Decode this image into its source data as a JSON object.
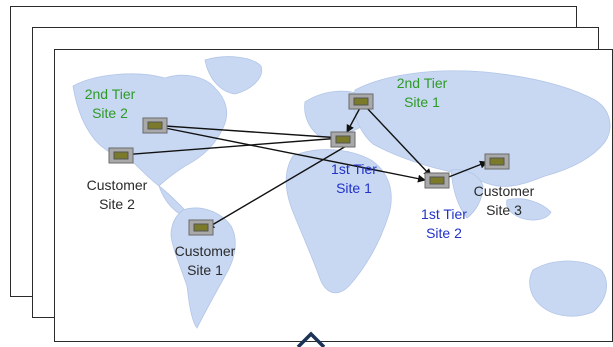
{
  "colors": {
    "tier2": "#2e9a26",
    "tier1": "#2232c8",
    "customer": "#2a2a2a",
    "land": "#c8d8f2",
    "arrow": "#111111",
    "node_fill": "#a9a9a9",
    "node_screen": "#7a7a2a"
  },
  "labels": {
    "tier2_site2": [
      "2nd Tier",
      "Site 2"
    ],
    "tier2_site1": [
      "2nd Tier",
      "Site 1"
    ],
    "tier1_site1": [
      "1st Tier",
      "Site 1"
    ],
    "tier1_site2": [
      "1st Tier",
      "Site 2"
    ],
    "customer_site1": [
      "Customer",
      "Site 1"
    ],
    "customer_site2": [
      "Customer",
      "Site 2"
    ],
    "customer_site3": [
      "Customer",
      "Site 3"
    ]
  },
  "icons": {
    "node": "server-node-icon",
    "caret": "up-caret-icon"
  }
}
